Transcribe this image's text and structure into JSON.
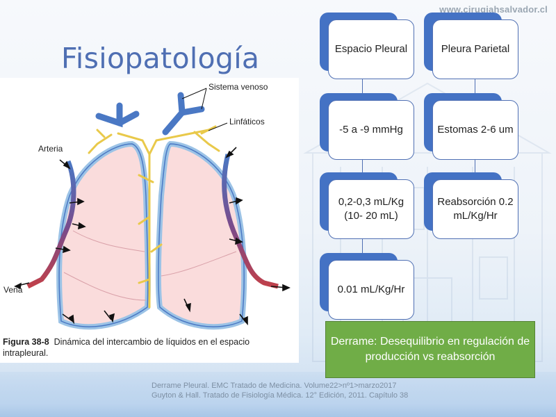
{
  "slide": {
    "url": "www.cirugiahsalvador.cl",
    "title": "Fisiopatología"
  },
  "figure": {
    "labels": {
      "sistema_venoso": "Sistema venoso",
      "linfaticos": "Linfáticos",
      "arteria": "Arteria",
      "vena": "Vena"
    },
    "caption_bold": "Figura 38-8",
    "caption_text": "Dinámica del intercambio de líquidos en el espacio intrapleural."
  },
  "diagram": {
    "left_column": [
      "Espacio Pleural",
      "-5 a -9 mmHg",
      "0,2-0,3 mL/Kg (10- 20 mL)",
      "0.01 mL/Kg/Hr"
    ],
    "right_column": [
      "Pleura Parietal",
      "Estomas 2-6 um",
      "Reabsorción 0.2 mL/Kg/Hr"
    ],
    "conclusion": "Derrame: Desequilibrio en regulación de producción vs reabsorción"
  },
  "references": [
    "Derrame Pleural. EMC Tratado de Medicina. Volume22>nº1>marzo2017",
    "Guyton & Hall. Tratado de Fisiología Médica. 12° Edición, 2011.  Capítulo 38"
  ],
  "colors": {
    "title": "#4f6fb3",
    "box_border": "#4f6fb3",
    "box_tab": "#4472c4",
    "conclusion_bg": "#70ad47",
    "lung_fill": "#fadcdc",
    "pleura_blue": "#9cc3e6",
    "vein_blue": "#4a78c4",
    "lymph_yellow": "#e9c94a",
    "artery_red": "#c0404a"
  }
}
